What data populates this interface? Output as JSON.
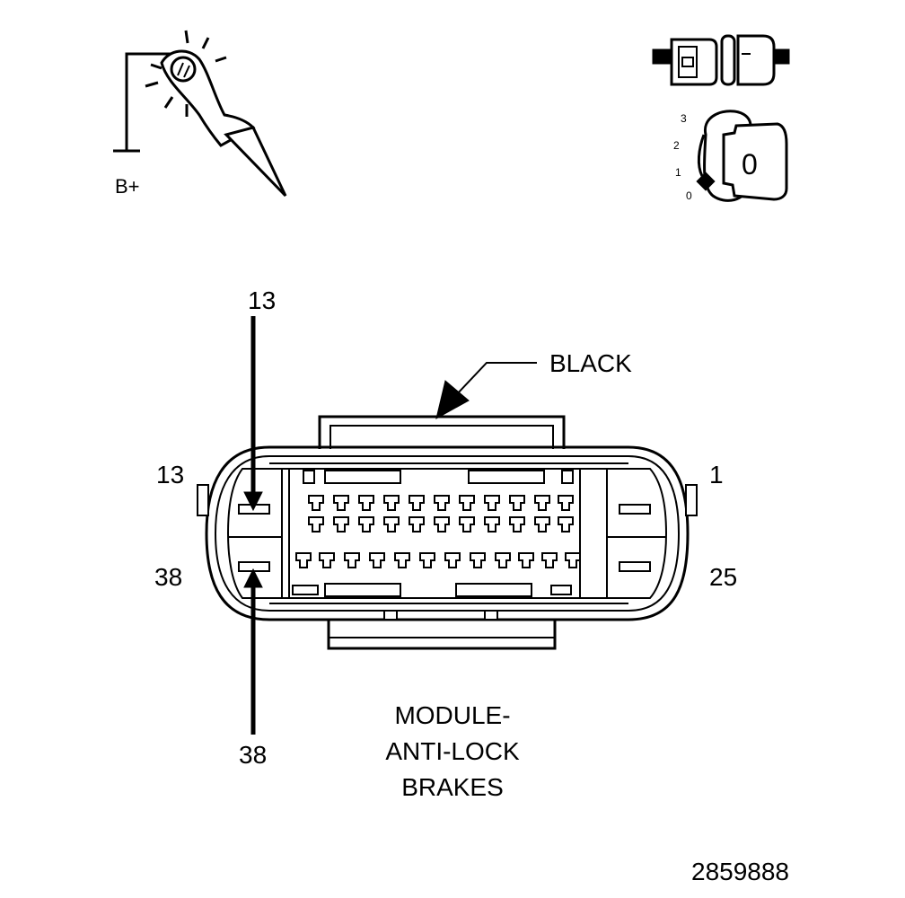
{
  "probe": {
    "supply_label": "B+"
  },
  "ignition": {
    "positions": [
      "3",
      "2",
      "1",
      "0"
    ],
    "key_label": "0"
  },
  "connector": {
    "color_label": "BLACK",
    "pin_labels": {
      "top_left": "13",
      "top_right": "1",
      "bottom_left": "38",
      "bottom_right": "25"
    },
    "arrow_labels": {
      "top": "13",
      "bottom": "38"
    },
    "name_lines": [
      "MODULE-",
      "ANTI-LOCK",
      "BRAKES"
    ]
  },
  "figure_number": "2859888"
}
